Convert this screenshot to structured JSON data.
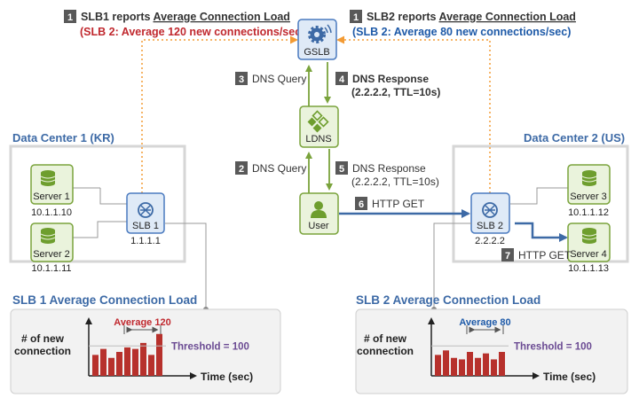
{
  "steps": {
    "s1_left": {
      "num": "1",
      "text": "SLB1 reports ",
      "emph": "Average Connection Load",
      "sub": "(SLB 2: Average 120 new connections/sec)"
    },
    "s1_right": {
      "num": "1",
      "text": "SLB2 reports ",
      "emph": "Average Connection Load",
      "sub": "(SLB 2: Average 80 new connections/sec)"
    },
    "s2": {
      "num": "2",
      "text": "DNS Query"
    },
    "s3": {
      "num": "3",
      "text": "DNS Query"
    },
    "s4": {
      "num": "4",
      "text": "DNS Response",
      "sub": "(2.2.2.2, TTL=10s)"
    },
    "s5": {
      "num": "5",
      "text": "DNS Response",
      "sub": "(2.2.2.2, TTL=10s)"
    },
    "s6": {
      "num": "6",
      "text": "HTTP GET"
    },
    "s7": {
      "num": "7",
      "text": "HTTP GET"
    }
  },
  "nodes": {
    "gslb": "GSLB",
    "ldns": "LDNS",
    "user": "User",
    "slb1": {
      "label": "SLB 1",
      "ip": "1.1.1.1"
    },
    "slb2": {
      "label": "SLB 2",
      "ip": "2.2.2.2"
    },
    "server1": {
      "label": "Server 1",
      "ip": "10.1.1.10"
    },
    "server2": {
      "label": "Server 2",
      "ip": "10.1.1.11"
    },
    "server3": {
      "label": "Server 3",
      "ip": "10.1.1.12"
    },
    "server4": {
      "label": "Server 4",
      "ip": "10.1.1.13"
    }
  },
  "datacenters": {
    "dc1": "Data Center 1 (KR)",
    "dc2": "Data Center 2 (US)"
  },
  "charts": {
    "slb1": {
      "title": "SLB 1 Average Connection Load",
      "ylabel": "# of new\nconnection",
      "xlabel": "Time (sec)",
      "avg_label": "Average 120",
      "threshold_label": "Threshold = 100",
      "values": [
        70,
        90,
        60,
        80,
        95,
        90,
        110,
        70,
        140
      ],
      "ymax": 160
    },
    "slb2": {
      "title": "SLB 2 Average Connection Load",
      "ylabel": "# of new\nconnection",
      "xlabel": "Time (sec)",
      "avg_label": "Average 80",
      "threshold_label": "Threshold = 100",
      "values": [
        70,
        85,
        60,
        55,
        80,
        60,
        75,
        55,
        80
      ],
      "ymax": 160
    }
  },
  "colors": {
    "green_stroke": "#7aa33c",
    "green_fill": "#eaf3dc",
    "green_icon": "#6e9e2e",
    "blue_stroke": "#4a7abf",
    "blue_fill": "#dfeaf7",
    "red": "#c0282e",
    "blue_text": "#1e5aa8",
    "orange": "#f39b34",
    "purple": "#6b4b93",
    "nav_blue": "#3d6aa6",
    "dark_badge": "#595959"
  }
}
